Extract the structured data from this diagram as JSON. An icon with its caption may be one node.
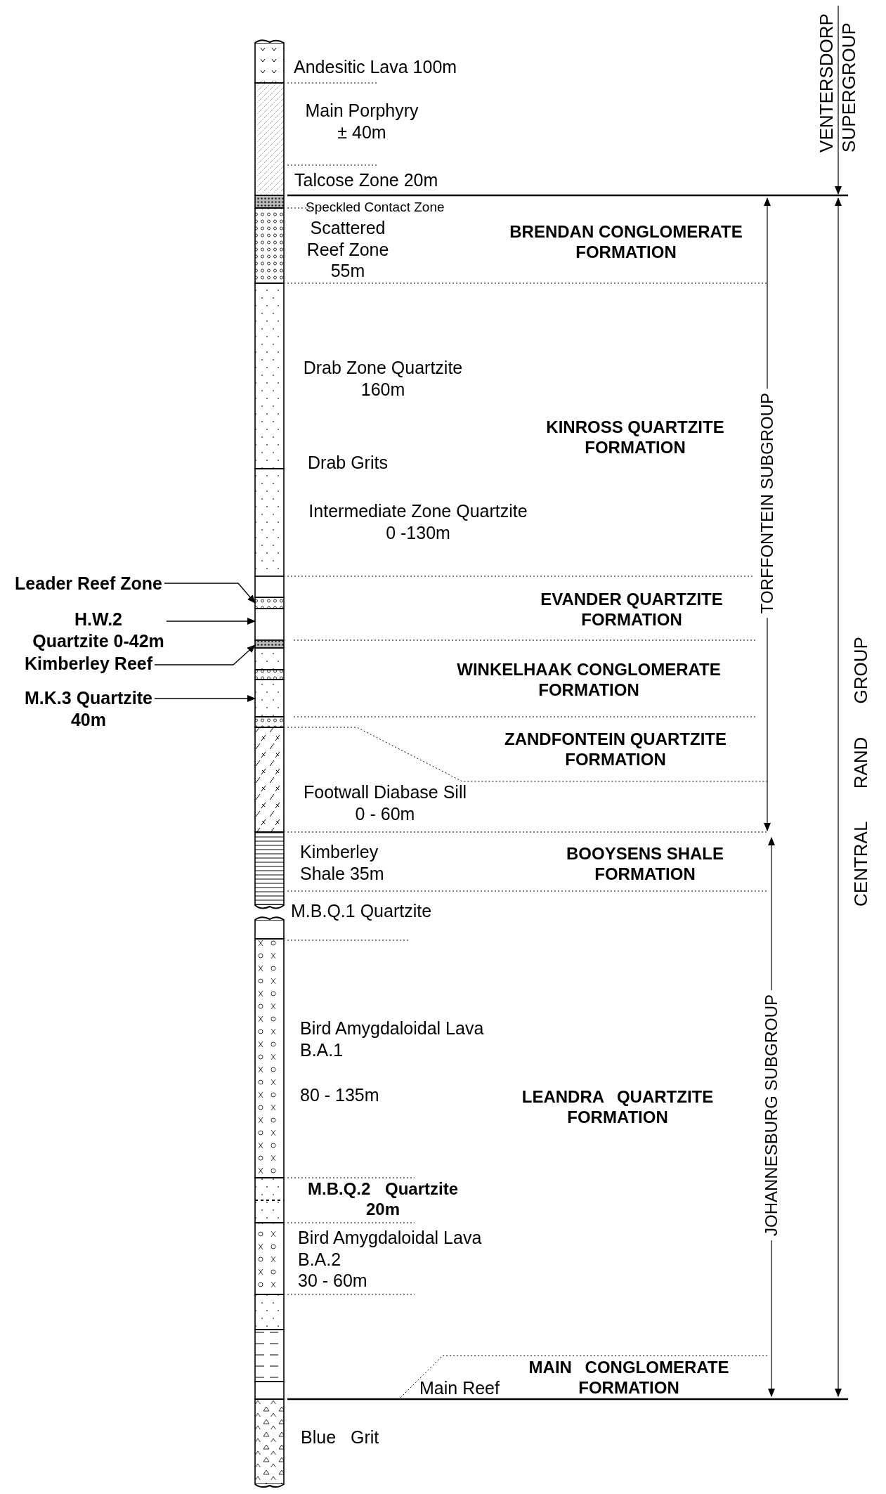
{
  "diagram": {
    "nodes": [
      {
        "text": [
          "Leader Reef Zone"
        ]
      },
      {
        "text": [
          "H.W.2 Quartzite 0-42m"
        ]
      },
      {
        "text": [
          "Kimberley Reef"
        ]
      },
      {
        "text": [
          "M.K.3 Quartzite 40m"
        ]
      },
      {
        "text": [],
        "shape": "box"
      },
      {
        "text": [],
        "shape": "box"
      },
      {
        "text": [],
        "shape": "box"
      },
      {
        "text": [],
        "shape": "box"
      }
    ],
    "edges": [
      {
        "from": 0,
        "to": 4,
        "arrow": "to"
      },
      {
        "from": 1,
        "to": 5,
        "arrow": "to"
      },
      {
        "from": 2,
        "to": 6,
        "arrow": "to"
      },
      {
        "from": 3,
        "to": 7,
        "arrow": "to"
      }
    ],
    "labels": [
      "VENTERSDORP SUPERGROUP",
      "Andesitic Lava 100m",
      "Main Porphyry ± 40m",
      "Talcose Zone 20m",
      "Speckled Contact Zone",
      "Scattered Reef Zone 55m",
      "BRENDAN CONGLOMERATE FORMATION",
      "Drab Zone Quartzite 160m",
      "KINROSS QUARTZITE FORMATION",
      "TORFFONTEIN SUBGROUP",
      "Drab Grits",
      "Intermediate Zone Quartzite 0 -130m",
      "EVANDER QUARTZITE FORMATION",
      "CENTRAL RAND GROUP",
      "WINKELHAAK CONGLOMERATE FORMATION",
      "ZANDFONTEIN QUARTZITE FORMATION",
      "Footwall Diabase Sill 0 - 60m",
      "Kimberley Shale 35m",
      "BOOYSENS SHALE FORMATION",
      "M.B.Q.1 Quartzite",
      "Bird Amygdaloidal Lava B.A.1",
      "80 - 135m",
      "JOHANNESBURG SUBGROUP",
      "LEANDRA QUARTZITE FORMATION",
      "M.B.Q.2 Quartzite 20m",
      "Bird Amygdaloidal Lava B.A.2 30 - 60m",
      "MAIN CONGLOMERATE FORMATION",
      "Main Reef",
      "Blue Grit"
    ]
  }
}
